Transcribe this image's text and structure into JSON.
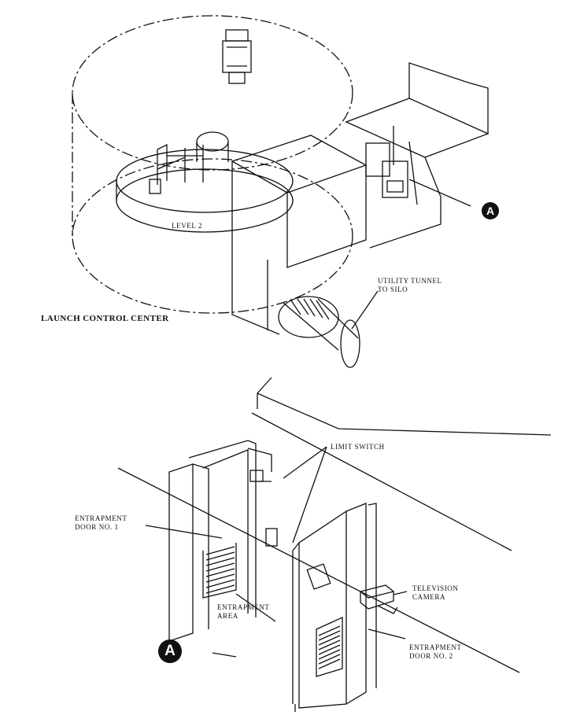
{
  "labels": {
    "launch_control_center": "LAUNCH CONTROL CENTER",
    "level_2": "LEVEL 2",
    "utility_tunnel": "UTILITY TUNNEL\nTO SILO",
    "limit_switch": "LIMIT SWITCH",
    "entrapment_door_1": "ENTRAPMENT\nDOOR NO. 1",
    "entrapment_area": "ENTRAPMENT\nAREA",
    "television_camera": "TELEVISION\nCAMERA",
    "entrapment_door_2": "ENTRAPMENT\nDOOR NO. 2"
  },
  "callouts": {
    "detail_marker_top": "A",
    "detail_marker_bottom": "A"
  }
}
